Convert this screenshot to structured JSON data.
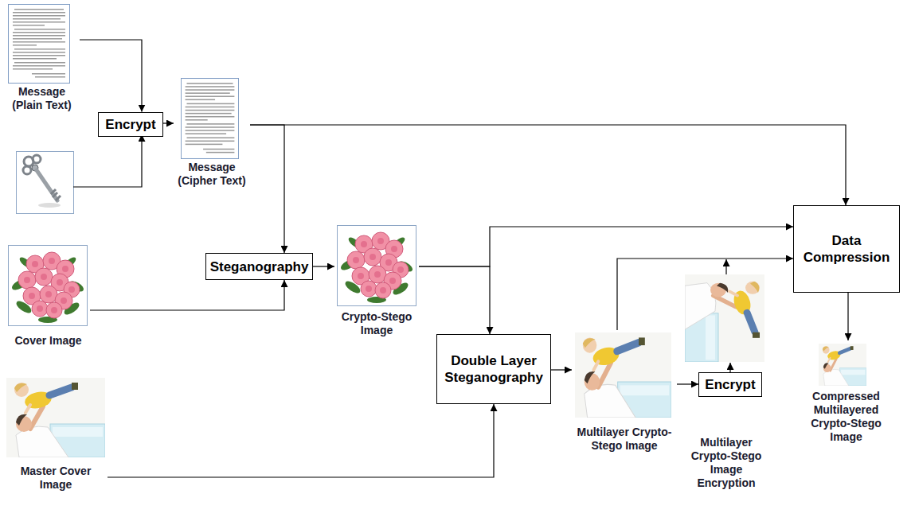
{
  "diagram": {
    "nodes": [
      {
        "text": [
          "Message (Plain Text)"
        ]
      },
      {
        "text": [
          "Encrypt"
        ]
      },
      {
        "text": [
          "Message (Cipher Text)"
        ]
      },
      {
        "text": [
          "Cover Image"
        ]
      },
      {
        "text": [
          "Steganography"
        ]
      },
      {
        "text": [
          "Crypto-Stego Image"
        ]
      },
      {
        "text": [
          "Master Cover Image"
        ]
      },
      {
        "text": [
          "Double Layer Steganography"
        ]
      },
      {
        "text": [
          "Multilayer Crypto-Stego Image"
        ]
      },
      {
        "text": [
          "Encrypt"
        ]
      },
      {
        "text": [
          "Data Compression"
        ]
      },
      {
        "text": [
          "Compressed Multilayered Crypto-Stego Image"
        ]
      }
    ],
    "edges": [
      {
        "from": 0,
        "to": 1,
        "arrow": "to"
      },
      {
        "from": 1,
        "to": 2,
        "arrow": "to"
      },
      {
        "from": 2,
        "to": 4,
        "arrow": "to"
      },
      {
        "from": 2,
        "to": 10,
        "arrow": "to"
      },
      {
        "from": 3,
        "to": 4,
        "arrow": "to"
      },
      {
        "from": 4,
        "to": 5,
        "arrow": "to"
      },
      {
        "from": 5,
        "to": 7,
        "arrow": "to"
      },
      {
        "from": 5,
        "to": 10,
        "arrow": "to"
      },
      {
        "from": 6,
        "to": 7,
        "arrow": "to"
      },
      {
        "from": 7,
        "to": 8,
        "arrow": "to"
      },
      {
        "from": 8,
        "to": 10,
        "arrow": "to"
      },
      {
        "from": 8,
        "to": 9,
        "arrow": "to"
      },
      {
        "from": 10,
        "to": 11,
        "arrow": "to"
      }
    ],
    "labels": [
      "Multilayer Crypto-Stego Image Encryption"
    ]
  }
}
